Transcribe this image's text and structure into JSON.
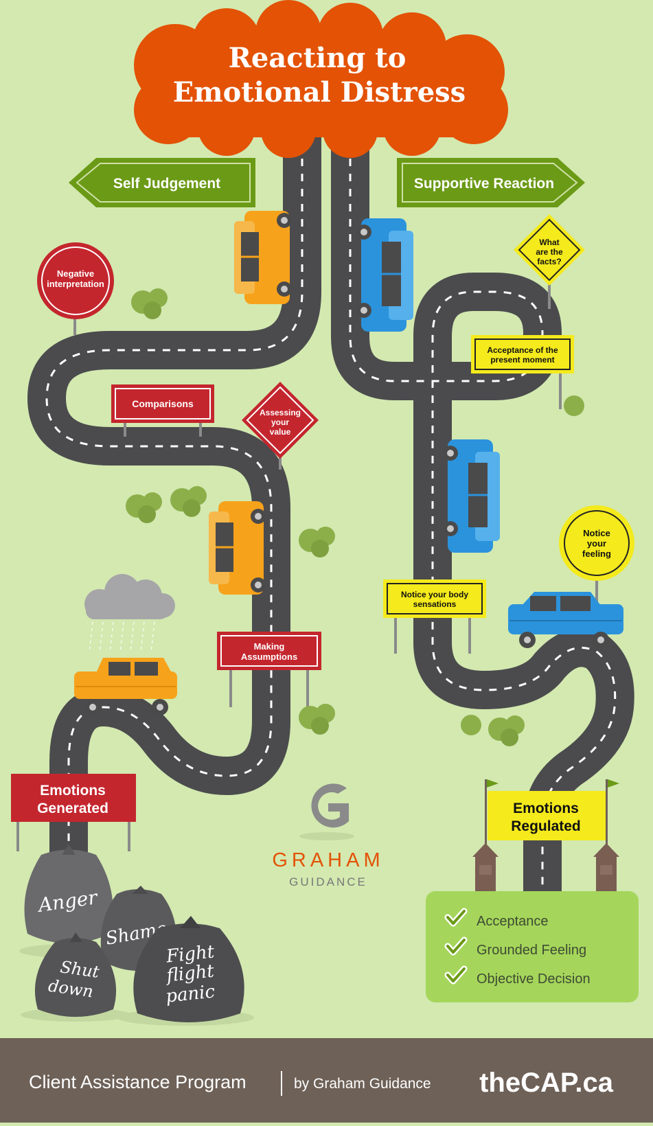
{
  "title": {
    "line1": "Reacting to",
    "line2": "Emotional Distress"
  },
  "paths": {
    "left": "Self Judgement",
    "right": "Supportive Reaction"
  },
  "left_signs": {
    "negative_line1": "Negative",
    "negative_line2": "interpretation",
    "comparisons": "Comparisons",
    "assessing_line1": "Assessing",
    "assessing_line2": "your",
    "assessing_line3": "value",
    "assumptions_line1": "Making",
    "assumptions_line2": "Assumptions",
    "generated_line1": "Emotions",
    "generated_line2": "Generated"
  },
  "right_signs": {
    "facts_line1": "What",
    "facts_line2": "are the",
    "facts_line3": "facts?",
    "acceptance_line1": "Acceptance of the",
    "acceptance_line2": "present moment",
    "notice_line1": "Notice",
    "notice_line2": "your",
    "notice_line3": "feeling",
    "body_line1": "Notice your body",
    "body_line2": "sensations",
    "regulated_line1": "Emotions",
    "regulated_line2": "Regulated"
  },
  "bags": {
    "anger": "Anger",
    "shame": "Shame",
    "shutdown_line1": "Shut",
    "shutdown_line2": "down",
    "fight_line1": "Fight",
    "fight_line2": "flight",
    "fight_line3": "panic"
  },
  "outcomes": [
    "Acceptance",
    "Grounded Feeling",
    "Objective Decision"
  ],
  "logo": {
    "name": "GRAHAM",
    "sub": "GUIDANCE"
  },
  "footer": {
    "program": "Client Assistance Program",
    "by": "by Graham Guidance",
    "site": "theCAP.ca"
  },
  "colors": {
    "background": "#d3e9b0",
    "cloud": "#e35205",
    "road": "#4b4b4d",
    "green_sign": "#6b9a16",
    "red_sign": "#c4262e",
    "yellow_sign": "#f4ea1c",
    "orange_car": "#f7a21b",
    "blue_car": "#2b93dc",
    "outcome_box": "#a5d65b",
    "footer": "#6e6158"
  }
}
